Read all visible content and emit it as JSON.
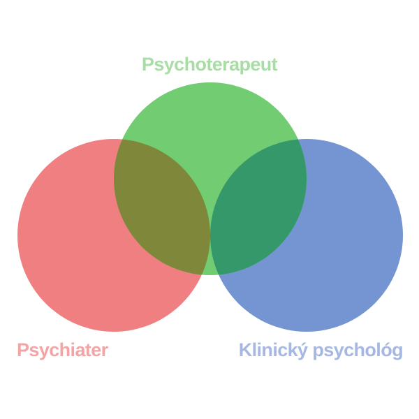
{
  "diagram": {
    "type": "venn",
    "sets": [
      {
        "id": "psychoterapeut",
        "label": "Psychoterapeut",
        "color": "#72CC72",
        "label_color": "#A9DDA6"
      },
      {
        "id": "psychiater",
        "label": "Psychiater",
        "color": "#EF7F80",
        "label_color": "#F3A5A6"
      },
      {
        "id": "klinicky",
        "label": "Klinický psychológ",
        "color": "#7594D2",
        "label_color": "#A6B8E2"
      }
    ],
    "overlap_colors": {
      "psychiater_psychoterapeut": "#7E873A",
      "psychoterapeut_klinicky": "#34986B"
    }
  }
}
